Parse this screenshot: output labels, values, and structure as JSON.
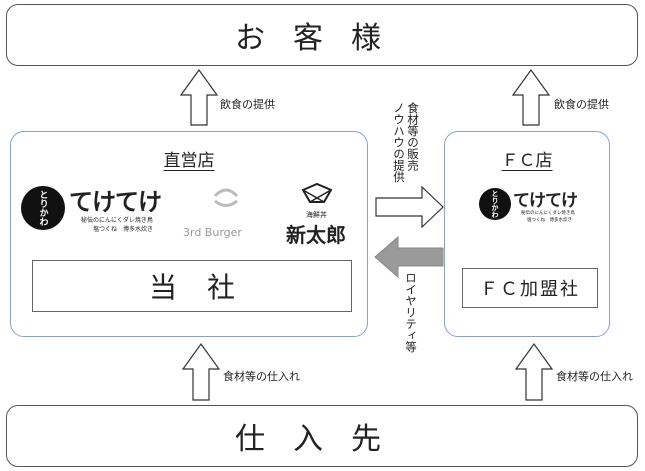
{
  "customers": {
    "label": "お客様"
  },
  "suppliers": {
    "label": "仕入先"
  },
  "direct_store": {
    "title": "直営店",
    "company_label": "当社",
    "brands": {
      "tetetete": {
        "name": "てけてけ",
        "emblem": "とりかわ",
        "sub1": "秘伝のにんにくダレ焼き鳥",
        "sub2": "塩つくね　博多水炊き"
      },
      "burger": {
        "name": "3rd Burger"
      },
      "shintaro": {
        "small": "海鮮丼",
        "name": "新太郎"
      }
    }
  },
  "fc_store": {
    "title": "ＦＣ店",
    "member_label": "ＦＣ加盟社",
    "brand": {
      "name": "てけてけ",
      "emblem": "とりかわ",
      "sub1": "秘伝のにんにくダレ焼き鳥",
      "sub2": "塩つくね　博多水炊き"
    }
  },
  "flows": {
    "food_left": "飲食の提供",
    "food_right": "飲食の提供",
    "supply_left": "食材等の仕入れ",
    "supply_right": "食材等の仕入れ",
    "sale_line1": "食材等の販売",
    "sale_line2": "ノウハウの提供",
    "royalty": "ロイヤリティ等"
  },
  "colors": {
    "royalty_arrow": "#9a9a9a",
    "outline": "#555555",
    "group_border": "#8aa2c8"
  }
}
